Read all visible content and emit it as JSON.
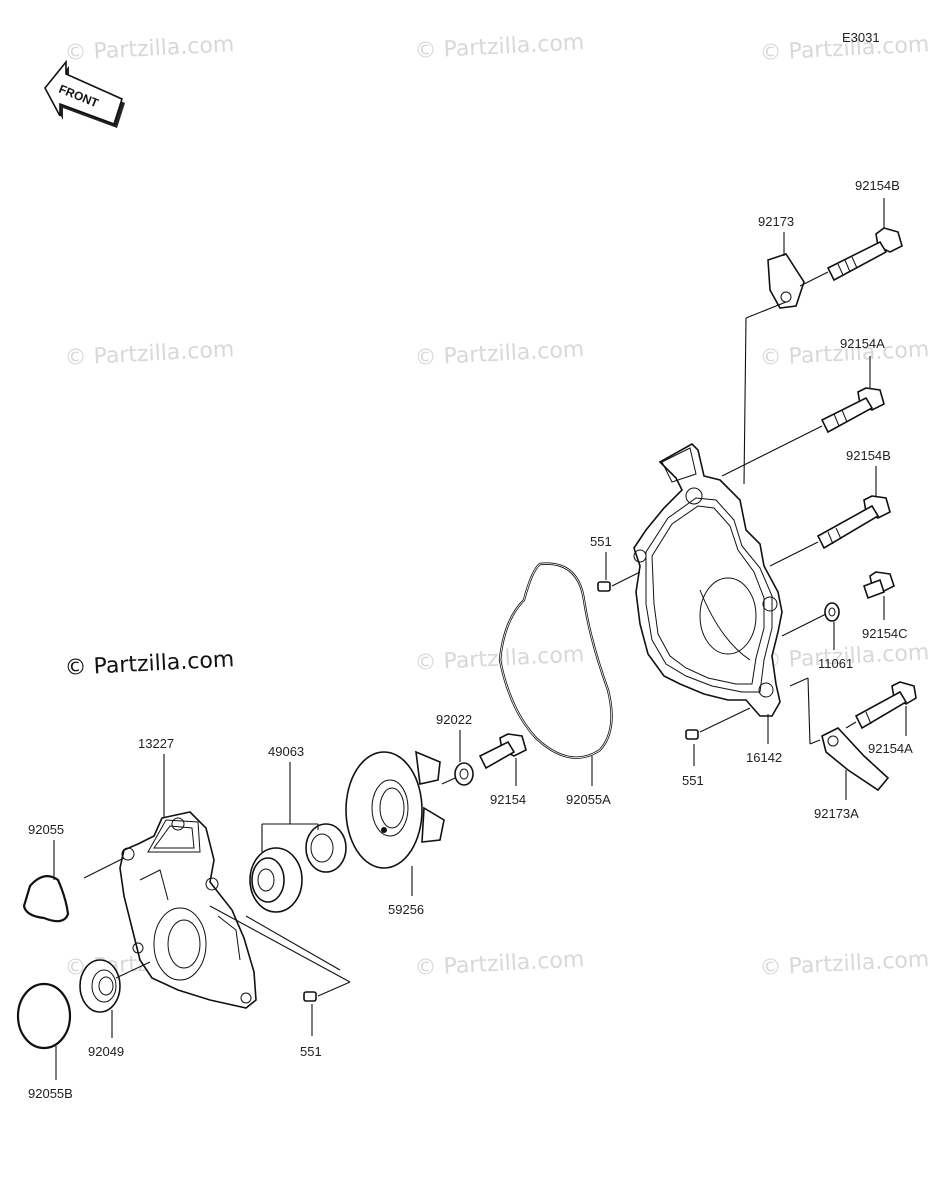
{
  "diagram_code": "E3031",
  "front_label": "FRONT",
  "watermark": "© Partzilla.com",
  "callouts": {
    "p92154B_top": "92154B",
    "p92173": "92173",
    "p92154A_top": "92154A",
    "p92154B_mid": "92154B",
    "p551_top": "551",
    "p92154C": "92154C",
    "p11061": "11061",
    "p92154A_bot": "92154A",
    "p16142": "16142",
    "p551_right": "551",
    "p92173A": "92173A",
    "p92022": "92022",
    "p92154": "92154",
    "p92055A": "92055A",
    "p49063": "49063",
    "p59256": "59256",
    "p13227": "13227",
    "p92055": "92055",
    "p92049": "92049",
    "p92055B": "92055B",
    "p551_bot": "551"
  }
}
